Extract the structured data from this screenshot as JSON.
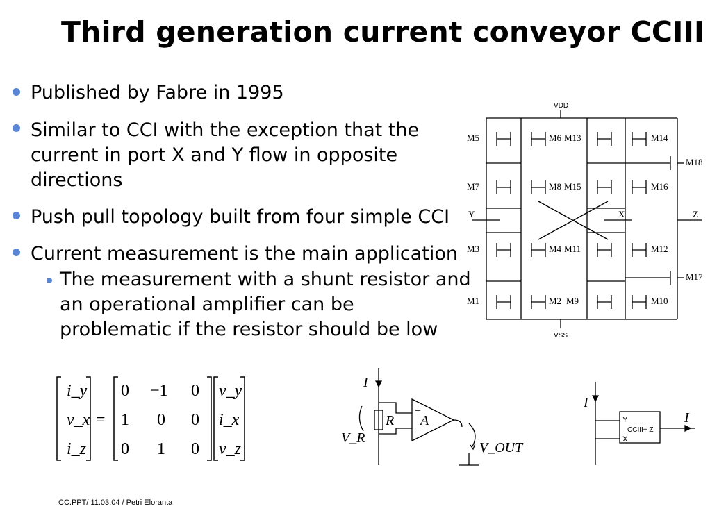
{
  "title": "Third generation current conveyor CCIII",
  "bullets": [
    {
      "text": "Published by Fabre in 1995"
    },
    {
      "lines": [
        "Similar to CCI with the exception that the",
        "current in port X and Y flow in opposite",
        "directions"
      ]
    },
    {
      "text": "Push pull topology built from four simple CCI"
    },
    {
      "text": "Current measurement is the main application"
    }
  ],
  "sub_bullet": {
    "lines": [
      "The measurement with a shunt resistor and",
      "an operational amplifier can be",
      "problematic if the resistor should be low"
    ]
  },
  "footer": "CC.PPT/ 11.03.04 / Petri Eloranta",
  "circuit": {
    "vdd": "VDD",
    "vss": "VSS",
    "y": "Y",
    "x": "X",
    "z": "Z",
    "transistors": [
      "M5",
      "M6",
      "M13",
      "M14",
      "M18",
      "M7",
      "M8",
      "M15",
      "M16",
      "M3",
      "M4",
      "M11",
      "M12",
      "M17",
      "M1",
      "M2",
      "M9",
      "M10"
    ]
  },
  "matrix": {
    "left": [
      "i_y",
      "v_x",
      "i_z"
    ],
    "rows": [
      [
        "0",
        "−1",
        "0"
      ],
      [
        "1",
        "0",
        "0"
      ],
      [
        "0",
        "1",
        "0"
      ]
    ],
    "right": [
      "v_y",
      "i_x",
      "v_z"
    ],
    "equals": "="
  },
  "opamp": {
    "current": "I",
    "resistor": "R",
    "amp": "A",
    "vr": "V_R",
    "vout": "V_OUT",
    "plus": "+",
    "minus": "−"
  },
  "block": {
    "current_in": "I",
    "current_out": "I",
    "y": "Y",
    "x": "X",
    "name": "CCIII+ Z"
  },
  "colors": {
    "bullet": "#5b86d6"
  }
}
